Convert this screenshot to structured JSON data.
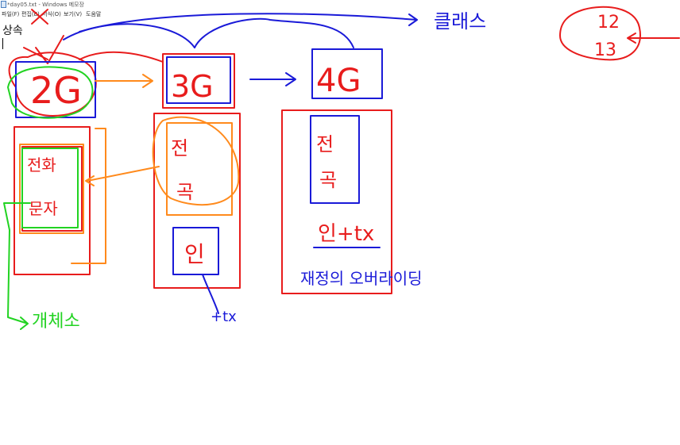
{
  "window": {
    "title": "*day05.txt - Windows 메모장",
    "menu": [
      "파일(F)",
      "편집(E)",
      "서식(O)",
      "보기(V)",
      "도움말"
    ]
  },
  "editor": {
    "lines": [
      "상속"
    ]
  },
  "annotations": {
    "gen2": "2G",
    "gen3": "3G",
    "gen4": "4G",
    "calls": "전화\n문자",
    "camera_music_3g": "전\n곡",
    "camera_music_4g": "전\n곡",
    "internet_3g": "인",
    "internet_4g": "인+tx",
    "plus_tx": "+tx",
    "red_label": "재정의 오버라이딩",
    "class_label": "클래스",
    "green_label": "개체소",
    "note_top": "12",
    "note_bottom": "13"
  },
  "colors": {
    "red": "#e81c1c",
    "blue": "#1a1ad8",
    "orange": "#ff8a1c",
    "green": "#22d322"
  }
}
